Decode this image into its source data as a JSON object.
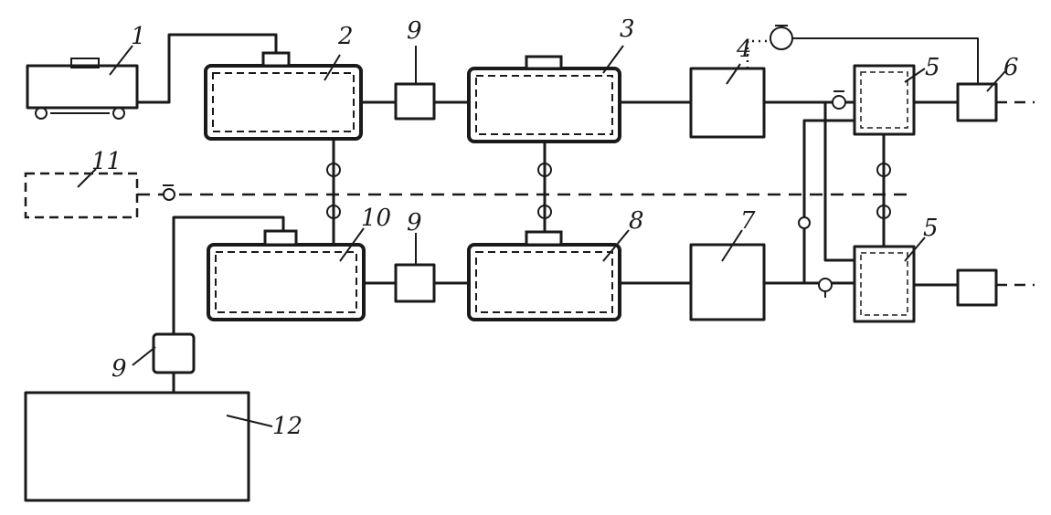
{
  "labels": {
    "n1": "1",
    "n2": "2",
    "n3": "3",
    "n4": "4",
    "n5a": "5",
    "n5b": "5",
    "n6": "6",
    "n7": "7",
    "n8": "8",
    "n9a": "9",
    "n9b": "9",
    "n9c": "9",
    "n10": "10",
    "n11": "11",
    "n12": "12"
  }
}
